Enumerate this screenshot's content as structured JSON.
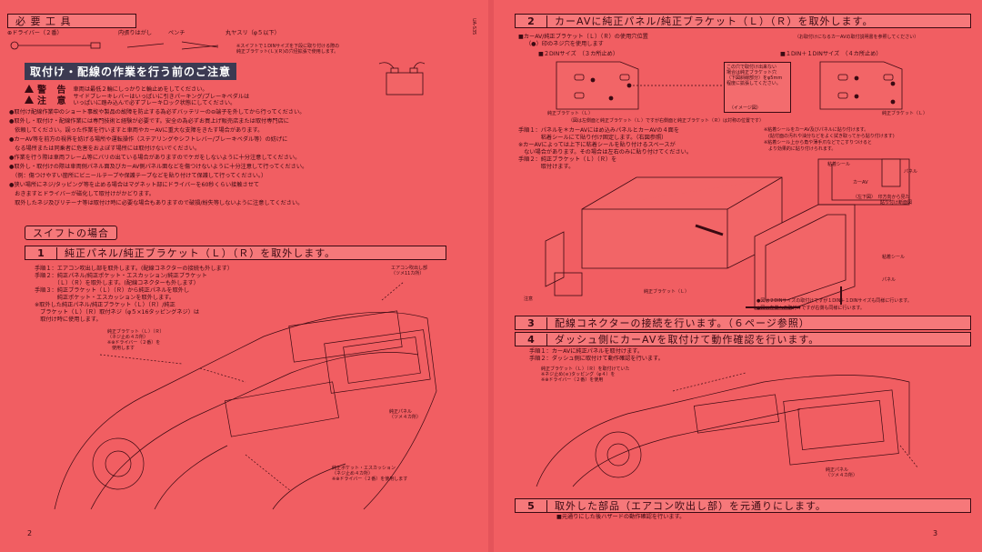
{
  "left": {
    "hitsuyou_title": "必 要 工 具",
    "tools": [
      "⊕ドライバー（２番）",
      "内張りはがし",
      "ペンチ",
      "丸ヤスリ（φ５以下）"
    ],
    "tool_note": "※スイフトで１DINサイズを下段に取り付ける際の\n純正ブラケット(Ｌ)(Ｒ)の穴径拡張で使用します。",
    "vertical_code": "UA-S35",
    "banner": "取付け・配線の作業を行う前のご注意",
    "warning_label": "警 告",
    "warning_text": "車両は最低２輪にしっかりと輪止めをしてください。",
    "caution_label": "注 意",
    "caution_text": "サイドブレーキレバーはいっぱいに引きパーキング/ブレーキペダルは\nいっぱいに踏み込んで必ずブレーキロック状態にしてください。",
    "bullets": [
      "●取付け配線作業中のショート事故や製品の故障を防止する為必ずバッテリーの⊖端子を外してから行ってください。",
      "●取外し・取付け・配線作業には専門技術と経験が必要です。安全の為必ずお買上げ販売店または取付専門店に",
      "　依頼してください。誤った作業を行いますと車両やカーAVに重大な支障をきたす場合があります。",
      "●カーAV等を前方の視界を妨げる場所や運転操作（ステアリングやシフトレバー/ブレーキペダル等）の妨げに",
      "　なる場所または同乗者に危害をおよぼす場所には取付けないでください。",
      "●作業を行う際は車両フレーム等にバリの出ている場合がありますのでケガをしないように十分注意してください。",
      "●取外し・取付けの際は車両側パネル面及びカーAV側パネル面などを傷つけないように十分注意して行ってください。",
      "　（例：傷つけやすい箇所にビニールテープや保護テープなどを貼り付けて保護して行ってください。）",
      "●狭い場所にネジ/タッピング等を止める場合はマグネット部にドライバーを60秒くらい接触させて",
      "　おきますとドライバーが磁化して取付けがかどります。",
      "　取外したネジ及びリテーナ等は取付け時に必要な場合もありますので破損/紛失等しないように注意してください。"
    ],
    "swift_header": "スイフトの場合",
    "step1_num": "1",
    "step1_title": "純正パネル/純正ブラケット（Ｌ）（Ｒ）を取外します。",
    "step1_lines": [
      "手順１：エアコン吹出し部を取外します。(配線コネクターの接続も外します）",
      "手順２：純正パネル/純正ポケット・エスカッション/純正ブラケット",
      "　　　　（Ｌ）（Ｒ）を取外します。(配線コネクターも外します）",
      "手順３：純正ブラケット（Ｌ）（Ｒ）から純正パネルを取外し",
      "　　　　純正ポケット・エスカッションを取外します。",
      "※取外した純正パネル/純正ブラケット（Ｌ）（Ｒ）/純正",
      "　ブラケット（Ｌ）（Ｒ）取付ネジ（φ５×16タッピングネジ）は",
      "　取付け時に使用します。"
    ],
    "callout_aircon": "エアコン吹出し部\n（ツメ11カ所）",
    "callout_bracket": "純正ブラケット（Ｌ）（Ｒ）\n（ネジ止め４カ所）\n※⊕ドライバー（２番）を\n　使用します",
    "callout_panel": "純正パネル\n（ツメ４カ所）",
    "callout_pocket": "純正ポケット・エスカッション\n（ネジ止め４カ所）\n※⊕ドライバー（２番）を使用します",
    "page_number": "2"
  },
  "right": {
    "step2_num": "2",
    "step2_title": "カーAVに純正パネル/純正ブラケット（Ｌ）（Ｒ）を取外します。",
    "hole_title": "■カーAV/純正ブラケット（Ｌ）（Ｒ）の使用穴位置",
    "hole_sub": "（●）印のネジ穴を使用します",
    "hole_note": "（お取付けになるカーAVの取付説明書を参照してください）",
    "din2_label": "■２DINサイズ　（３カ所止め）",
    "din1_label": "■１DIN＋１DINサイズ　（４カ所止め）",
    "image_box_label": "（イメージ図）",
    "bracket_l_label": "純正ブラケット（Ｌ）",
    "bracket_r_label": "純正ブラケット（Ｌ）",
    "bottom_note": "（図は左側面と純正ブラケット（Ｌ）ですが右側面と純正ブラケット（Ｒ）は対称の位置です）",
    "step2_lines": [
      "手順１：パネルを＊カーAVにはめ込みパネルとカーAVの４面を",
      "　　　　粘着シールにて貼り付け固定します。（右図参照）",
      "※カーAVによっては上下に粘着シールを貼り付けるスペースが",
      "　ない場合があります。その場合は左右のみに貼り付けてください。",
      "手順２：純正ブラケット（Ｌ）（Ｒ）を",
      "　　　　取付けます。"
    ],
    "step2_right_lines": [
      "※粘着シールをカーAV及びパネルに貼り付けます。",
      "　(貼付面の汚れや油分などをよく拭き取ってから貼り付けます)",
      "※粘着シール上から角や薄手爪などでこすりつけると",
      "　より効果的に貼り付けられます。"
    ],
    "label_sticker": "粘着シール",
    "label_panel": "パネル",
    "label_carav": "カーAV",
    "label_topview": "（左下図）　印方向から見た\n　　　　　　貼り付け断面図",
    "label_bracket_l": "純正ブラケット（Ｌ）",
    "caution_small": "注意",
    "dia_notes": [
      "●図は２DINサイズの取付けですが１DIN＋１DINサイズも同様に行います。",
      "●図は左側への取付けですが右側も同様に行います。"
    ],
    "step3_num": "3",
    "step3_title": "配線コネクターの接続を行います。（６ページ参照）",
    "step4_num": "4",
    "step4_title": "ダッシュ側にカーAVを取付けて動作確認を行います。",
    "step4_lines": [
      "手順１：カーAVに純正パネルを取付けます。",
      "手順２：ダッシュ側に取付けて動作確認を行います。"
    ],
    "step4_callout": "純正ブラケット（Ｌ）（Ｒ）を取付けていた\n※ネジ止め(ｅ)タッピング（φ４）を\n※⊕ドライバー（２番）を使用",
    "step4_panel": "純正パネル\n（ツメ４カ所）",
    "step5_num": "5",
    "step5_title": "取外した部品（エアコン吹出し部）を元通りにします。",
    "step5_line": "■元通りにした後ハザードの動作確認を行います。",
    "page_number": "3"
  }
}
